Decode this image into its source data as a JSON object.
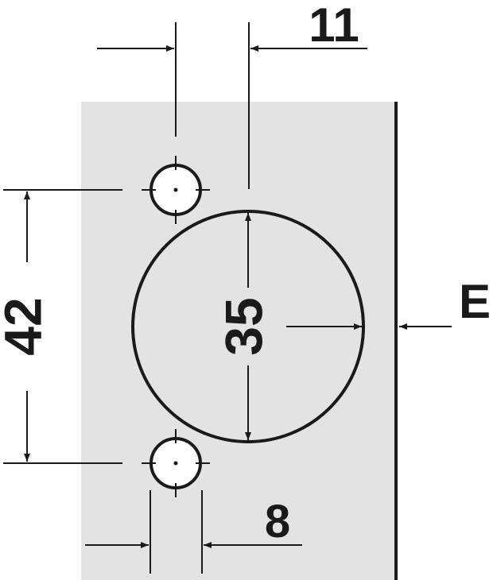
{
  "dimensions": {
    "hole_spacing": "42",
    "cup_diameter": "35",
    "cup_offset": "11",
    "screw_hole_diameter": "8",
    "edge_distance": "E"
  },
  "colors": {
    "panel": "#e3e3e3",
    "line": "#1a1a1a",
    "hole_fill": "#ffffff"
  }
}
